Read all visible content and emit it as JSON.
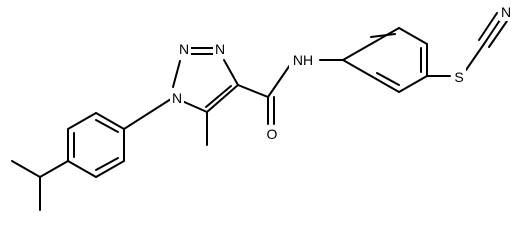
{
  "molecule": {
    "atoms": {
      "n1": "N",
      "n2": "N",
      "n3": "N",
      "nh": "NH",
      "o": "O",
      "s": "S",
      "n_nitrile": "N"
    }
  },
  "colors": {
    "bond": "#000000",
    "text": "#000000",
    "background": "#ffffff"
  }
}
